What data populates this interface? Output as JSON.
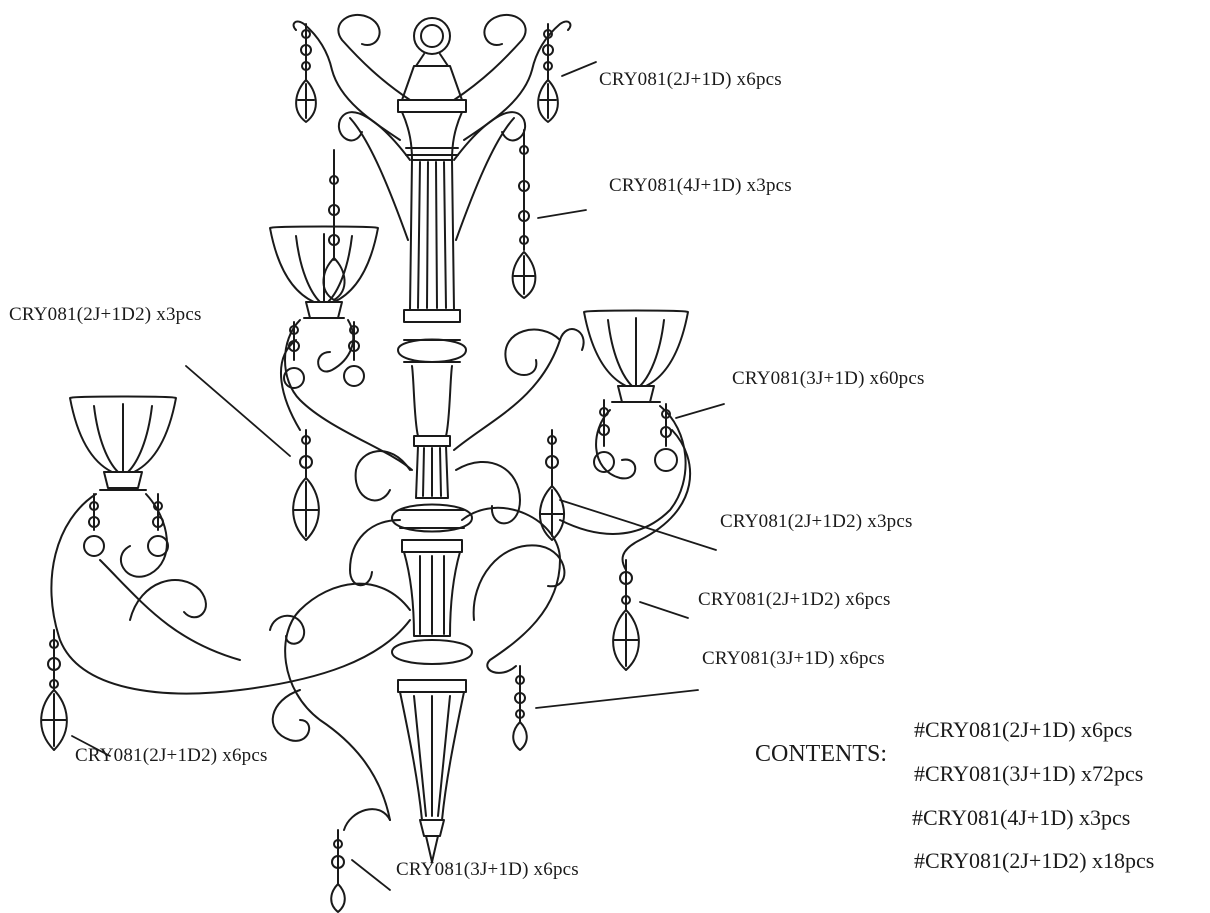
{
  "callouts": [
    {
      "id": "c1",
      "text": "CRY081(2J+1D) x6pcs"
    },
    {
      "id": "c2",
      "text": "CRY081(4J+1D) x3pcs"
    },
    {
      "id": "c3",
      "text": "CRY081(2J+1D2) x3pcs"
    },
    {
      "id": "c4",
      "text": "CRY081(3J+1D) x60pcs"
    },
    {
      "id": "c5",
      "text": "CRY081(2J+1D2) x3pcs"
    },
    {
      "id": "c6",
      "text": "CRY081(2J+1D2) x6pcs"
    },
    {
      "id": "c7",
      "text": "CRY081(3J+1D) x6pcs"
    },
    {
      "id": "c8",
      "text": "CRY081(2J+1D2) x6pcs"
    },
    {
      "id": "c9",
      "text": "CRY081(3J+1D) x6pcs"
    }
  ],
  "contents": {
    "title": "CONTENTS:",
    "items": [
      "#CRY081(2J+1D) x6pcs",
      "#CRY081(3J+1D) x72pcs",
      "#CRY081(4J+1D) x3pcs",
      "#CRY081(2J+1D2) x18pcs"
    ]
  },
  "colors": {
    "ink": "#1a1a1a",
    "paper": "#ffffff"
  }
}
